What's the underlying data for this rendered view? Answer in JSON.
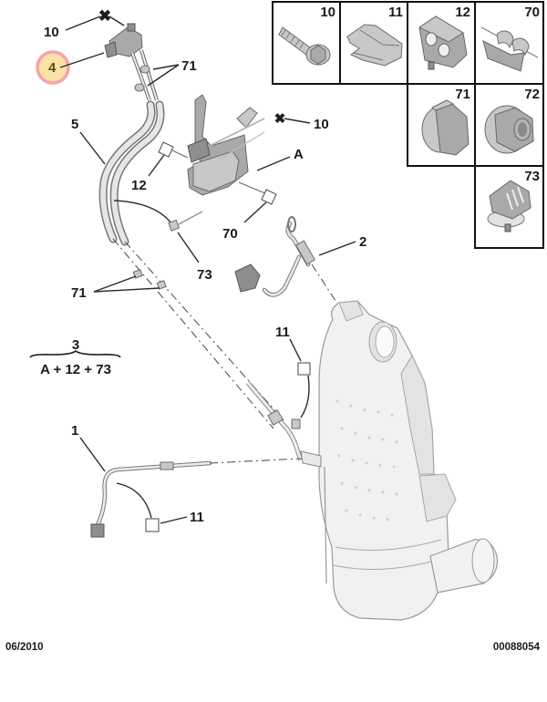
{
  "diagram": {
    "type": "exploded-parts-diagram",
    "highlight": {
      "label": "4",
      "fill": "#fde2a6",
      "ring": "#f5a3aa"
    },
    "callouts": {
      "c10_top": "10",
      "c4": "4",
      "c71_top": "71",
      "c5": "5",
      "c10_right": "10",
      "cA": "A",
      "c12": "12",
      "c70": "70",
      "c73": "73",
      "c2": "2",
      "c71_mid": "71",
      "c11_mid": "11",
      "c1": "1",
      "c11_bottom": "11"
    },
    "kit": {
      "number": "3",
      "formula": "A + 12 + 73"
    },
    "parts_grid": [
      {
        "number": "10",
        "part": "flange-bolt"
      },
      {
        "number": "11",
        "part": "spring-clip"
      },
      {
        "number": "12",
        "part": "double-pipe-holder"
      },
      {
        "number": "70",
        "part": "twin-clip"
      },
      {
        "number": "71",
        "part": "hose-clamp"
      },
      {
        "number": "72",
        "part": "flange-nut"
      },
      {
        "number": "73",
        "part": "push-in-clip"
      }
    ]
  },
  "footer": {
    "date": "06/2010",
    "reference": "00088054"
  }
}
